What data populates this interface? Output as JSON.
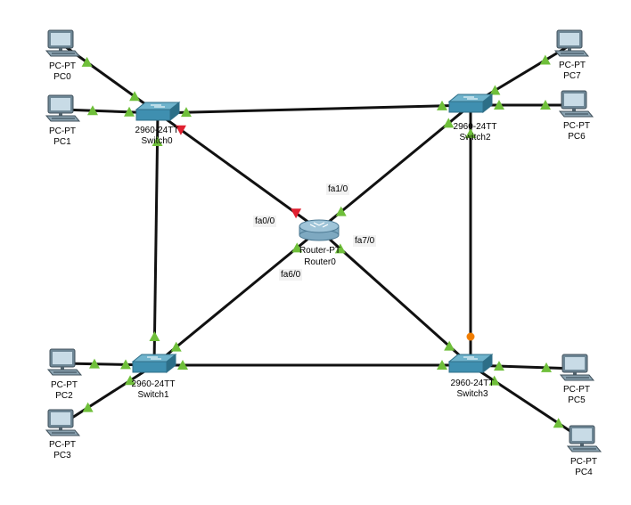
{
  "colors": {
    "cable": "#111111",
    "link_up": "#6fbf3a",
    "link_down": "#e02030",
    "link_pending": "#f07d00",
    "switch_body": "#3f8fb0",
    "router_body": "#9fc4d8"
  },
  "devices": {
    "pc0": {
      "type": "PC-PT",
      "name": "PC0"
    },
    "pc1": {
      "type": "PC-PT",
      "name": "PC1"
    },
    "pc2": {
      "type": "PC-PT",
      "name": "PC2"
    },
    "pc3": {
      "type": "PC-PT",
      "name": "PC3"
    },
    "pc4": {
      "type": "PC-PT",
      "name": "PC4"
    },
    "pc5": {
      "type": "PC-PT",
      "name": "PC5"
    },
    "pc6": {
      "type": "PC-PT",
      "name": "PC6"
    },
    "pc7": {
      "type": "PC-PT",
      "name": "PC7"
    },
    "switch0": {
      "type": "2960-24TT",
      "name": "Switch0"
    },
    "switch1": {
      "type": "2960-24TT",
      "name": "Switch1"
    },
    "switch2": {
      "type": "2960-24TT",
      "name": "Switch2"
    },
    "switch3": {
      "type": "2960-24TT",
      "name": "Switch3"
    },
    "router0": {
      "type": "Router-PT",
      "name": "Router0"
    }
  },
  "interfaces": {
    "fa0_0": "fa0/0",
    "fa1_0": "fa1/0",
    "fa6_0": "fa6/0",
    "fa7_0": "fa7/0"
  },
  "links": [
    {
      "from": "pc0",
      "to": "switch0",
      "a": "up",
      "b": "up"
    },
    {
      "from": "pc1",
      "to": "switch0",
      "a": "up",
      "b": "up"
    },
    {
      "from": "switch0",
      "to": "switch2",
      "a": "up",
      "b": "up"
    },
    {
      "from": "switch0",
      "to": "switch1",
      "a": "up",
      "b": "up"
    },
    {
      "from": "switch0",
      "to": "router0",
      "a": "down",
      "b": "down"
    },
    {
      "from": "pc7",
      "to": "switch2",
      "a": "up",
      "b": "up"
    },
    {
      "from": "pc6",
      "to": "switch2",
      "a": "up",
      "b": "up"
    },
    {
      "from": "switch2",
      "to": "router0",
      "a": "up",
      "b": "up"
    },
    {
      "from": "switch2",
      "to": "switch3",
      "a": "up",
      "b": "pending"
    },
    {
      "from": "pc2",
      "to": "switch1",
      "a": "up",
      "b": "up"
    },
    {
      "from": "pc3",
      "to": "switch1",
      "a": "up",
      "b": "up"
    },
    {
      "from": "switch1",
      "to": "router0",
      "a": "up",
      "b": "up"
    },
    {
      "from": "switch1",
      "to": "switch3",
      "a": "up",
      "b": "up"
    },
    {
      "from": "pc5",
      "to": "switch3",
      "a": "up",
      "b": "up"
    },
    {
      "from": "pc4",
      "to": "switch3",
      "a": "up",
      "b": "up"
    },
    {
      "from": "router0",
      "to": "switch3",
      "a": "up",
      "b": "up"
    }
  ]
}
